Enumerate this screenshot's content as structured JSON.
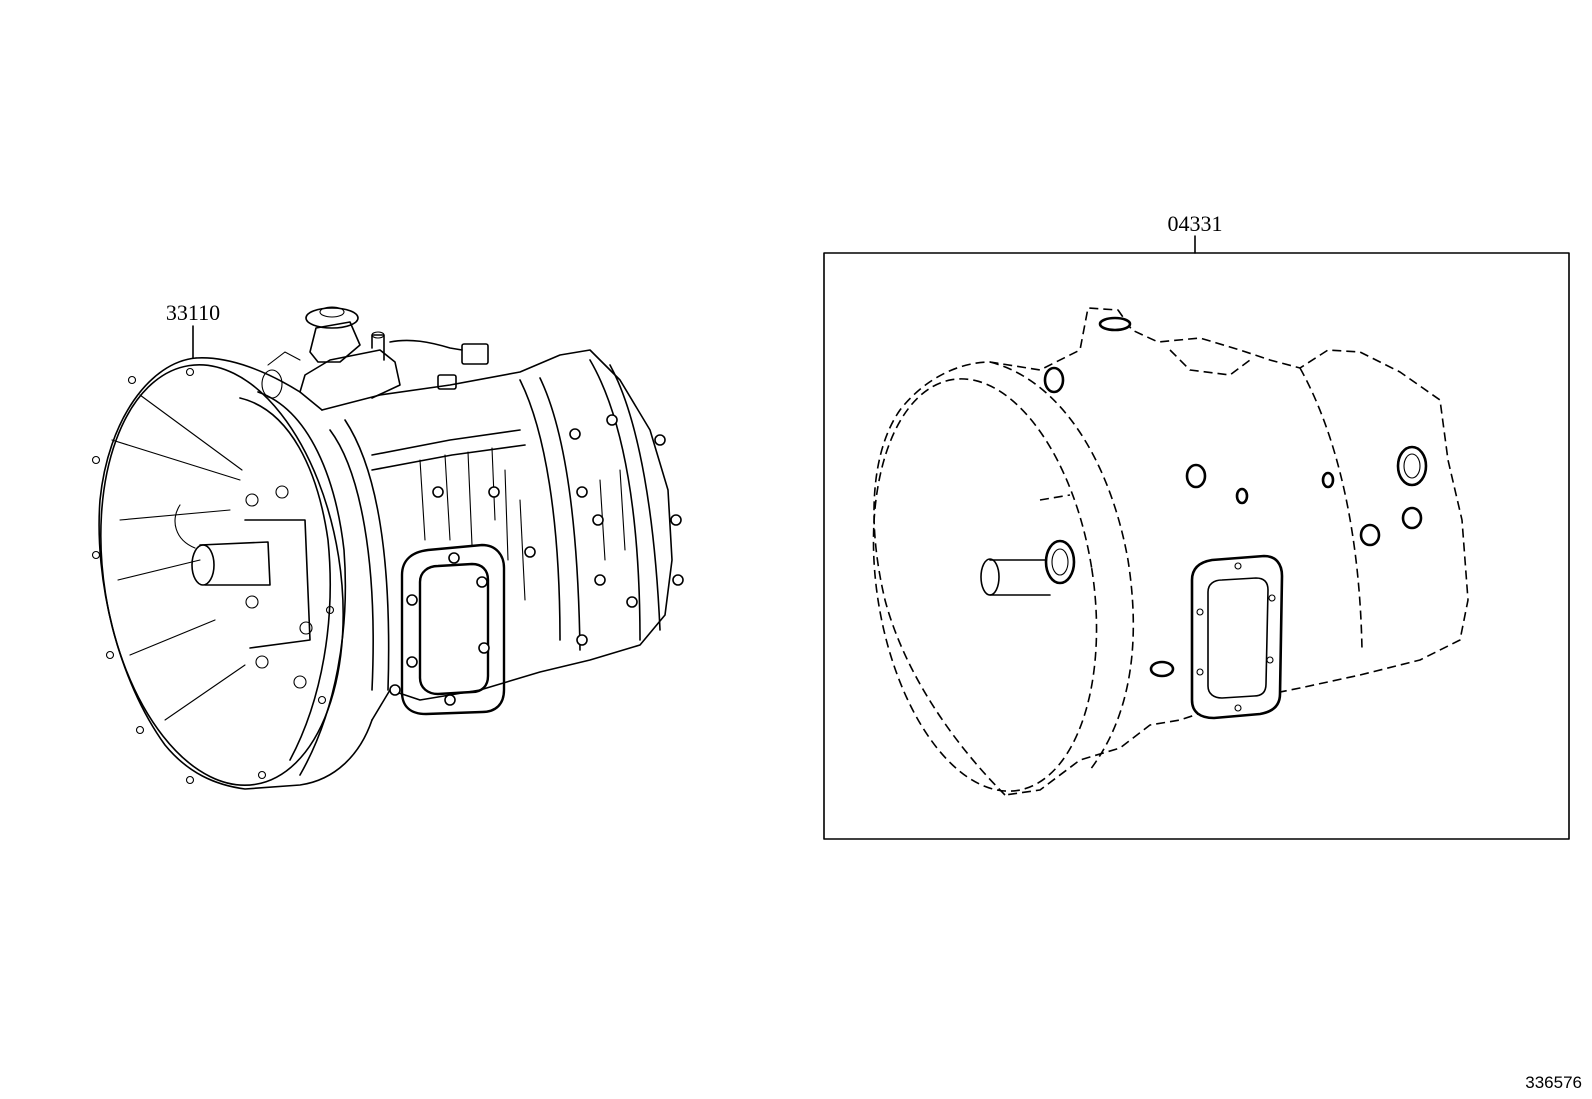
{
  "diagram": {
    "parts": [
      {
        "number": "33110",
        "icon": "transmission-assembly-icon"
      },
      {
        "number": "04331",
        "icon": "gasket-kit-icon"
      }
    ],
    "figure_number": "336576"
  }
}
